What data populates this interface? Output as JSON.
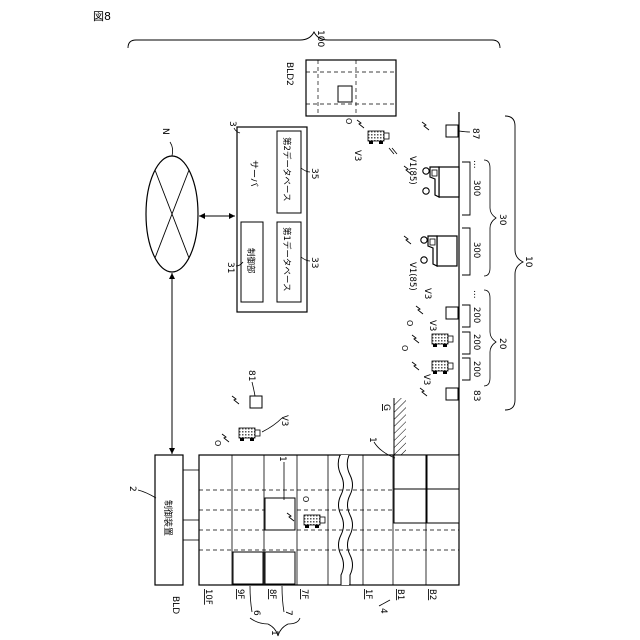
{
  "figure_label": "図8",
  "labels": {
    "system": "100",
    "site": "10",
    "building_ref": "1",
    "group_1": "1",
    "row_4": "4",
    "group_20": "20",
    "group_30": "30",
    "control_device_ref": "2",
    "server_ref": "3",
    "network": "N",
    "bld": "BLD",
    "bld2": "BLD2",
    "ground": "G",
    "floor_10f": "10F",
    "floor_9f": "9F",
    "floor_8f": "8F",
    "floor_7f": "7F",
    "floor_1f": "1F",
    "floor_b1": "B1",
    "floor_b2": "B2",
    "ref_6": "6",
    "ref_7": "7",
    "ref_81": "81",
    "ref_83": "83",
    "ref_87": "87",
    "ref_31": "31",
    "ref_33": "33",
    "ref_35": "35",
    "v3": "V3",
    "o": "O",
    "v1_85": "V1(85)",
    "slot_200": "200",
    "slot_300": "300",
    "dots": "..."
  },
  "control_device": {
    "label": "制御装置"
  },
  "server": {
    "label": "サーバ",
    "control_unit": "制御部",
    "db1": "第1データベース",
    "db2": "第2データベース"
  }
}
